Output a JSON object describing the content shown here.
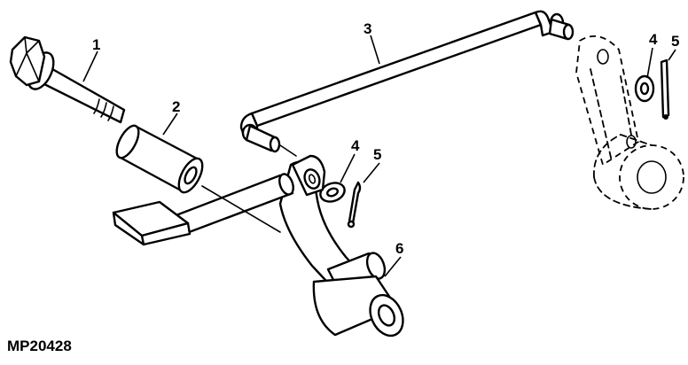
{
  "figure_id": "MP20428",
  "callouts": [
    {
      "number": "1",
      "part": "bolt"
    },
    {
      "number": "2",
      "part": "bushing"
    },
    {
      "number": "3",
      "part": "rod"
    },
    {
      "number": "4",
      "part": "washer"
    },
    {
      "number": "5",
      "part": "cotter-pin"
    },
    {
      "number": "4",
      "part": "washer"
    },
    {
      "number": "5",
      "part": "cotter-pin"
    },
    {
      "number": "6",
      "part": "pedal"
    }
  ]
}
